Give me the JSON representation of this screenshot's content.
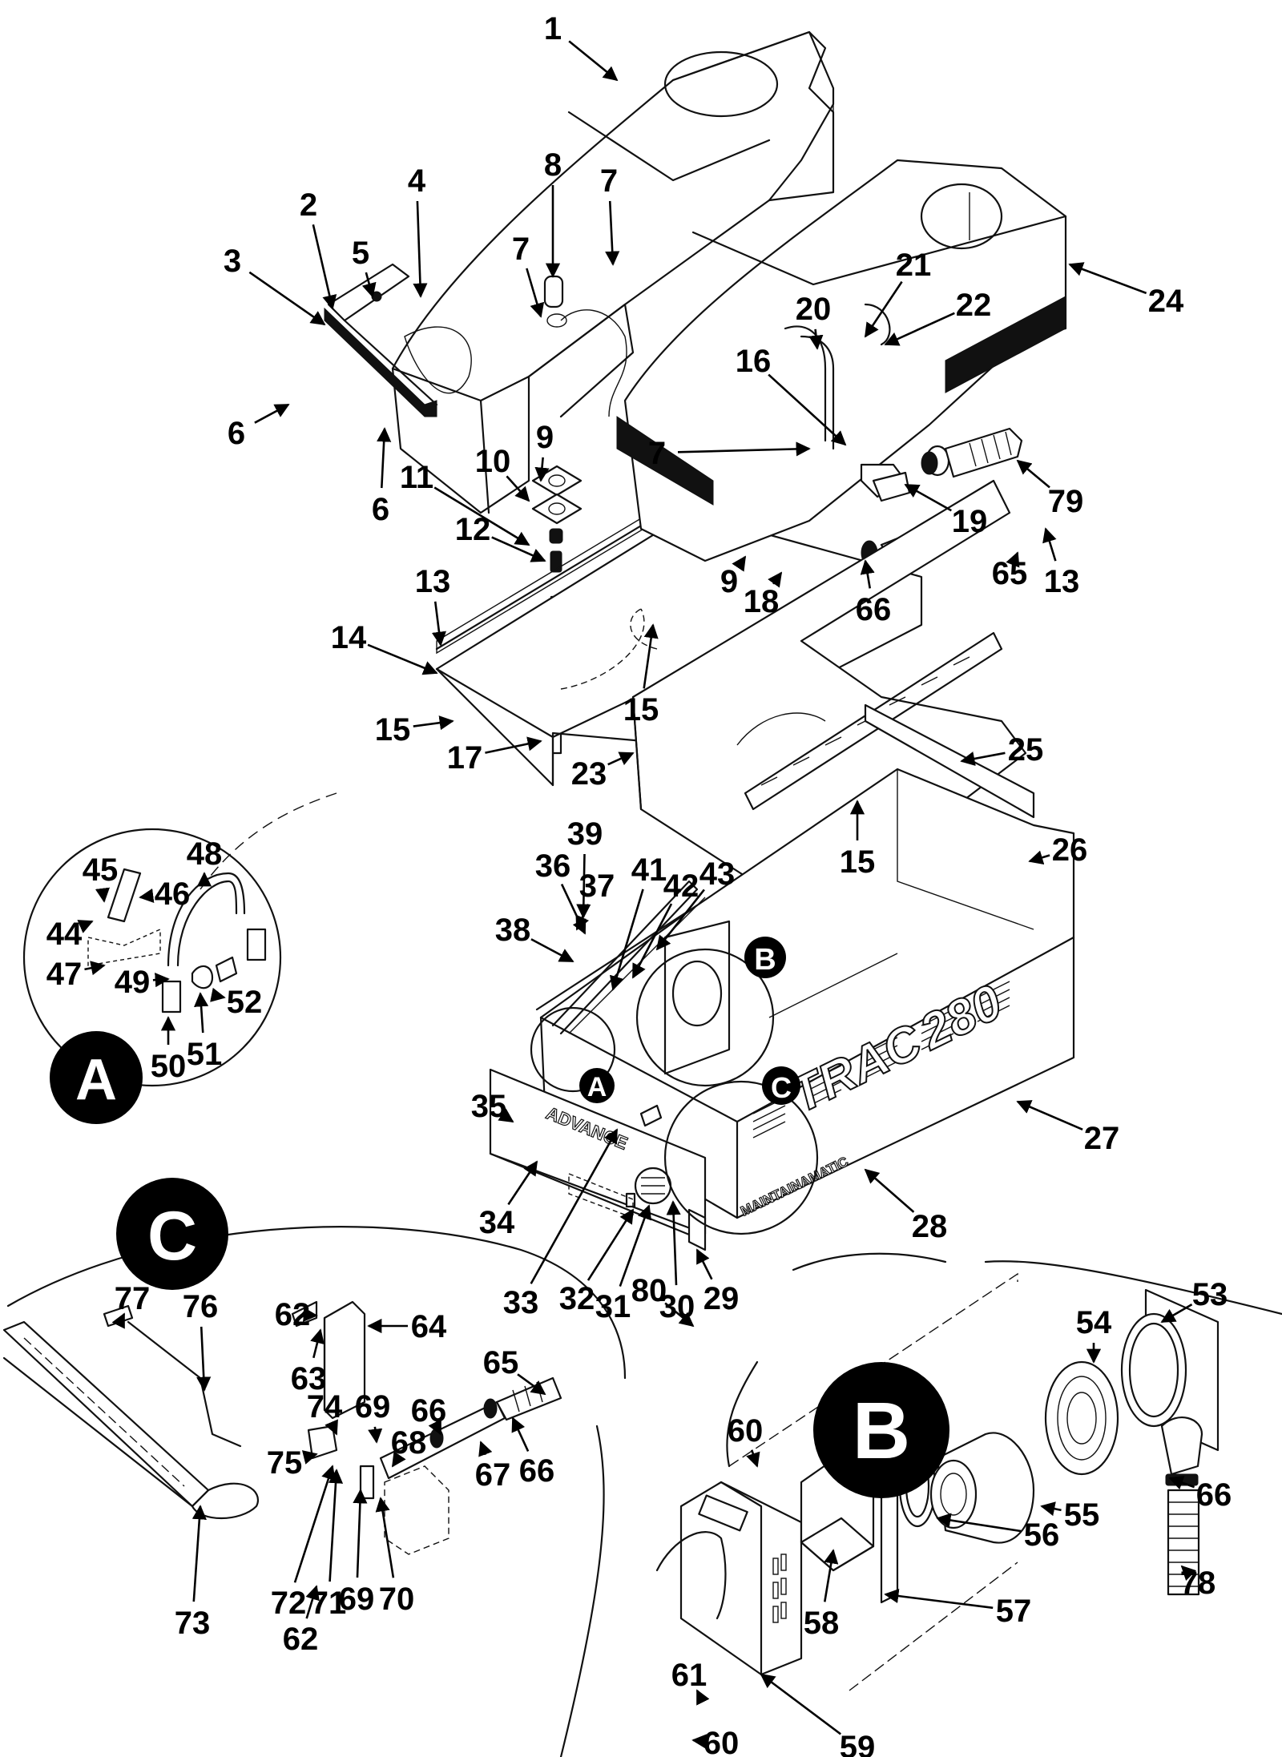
{
  "figure": {
    "type": "exploded-parts-diagram",
    "product_text": "TRAC 280",
    "product_prefix": "TRAC",
    "product_model": "280",
    "brand_text": "ADVANCE",
    "sub_brand_text": "MAINTAINAMATIC"
  },
  "detail_views": [
    {
      "id": "A",
      "label": "A"
    },
    {
      "id": "B",
      "label": "B"
    },
    {
      "id": "C",
      "label": "C"
    }
  ],
  "callouts": [
    {
      "n": "1"
    },
    {
      "n": "2"
    },
    {
      "n": "3"
    },
    {
      "n": "4"
    },
    {
      "n": "5"
    },
    {
      "n": "6"
    },
    {
      "n": "6"
    },
    {
      "n": "7"
    },
    {
      "n": "7"
    },
    {
      "n": "7"
    },
    {
      "n": "8"
    },
    {
      "n": "9"
    },
    {
      "n": "9"
    },
    {
      "n": "10"
    },
    {
      "n": "11"
    },
    {
      "n": "12"
    },
    {
      "n": "13"
    },
    {
      "n": "13"
    },
    {
      "n": "14"
    },
    {
      "n": "15"
    },
    {
      "n": "15"
    },
    {
      "n": "15"
    },
    {
      "n": "16"
    },
    {
      "n": "17"
    },
    {
      "n": "18"
    },
    {
      "n": "19"
    },
    {
      "n": "20"
    },
    {
      "n": "21"
    },
    {
      "n": "22"
    },
    {
      "n": "23"
    },
    {
      "n": "24"
    },
    {
      "n": "25"
    },
    {
      "n": "26"
    },
    {
      "n": "27"
    },
    {
      "n": "28"
    },
    {
      "n": "29"
    },
    {
      "n": "30"
    },
    {
      "n": "31"
    },
    {
      "n": "32"
    },
    {
      "n": "33"
    },
    {
      "n": "34"
    },
    {
      "n": "35"
    },
    {
      "n": "36"
    },
    {
      "n": "37"
    },
    {
      "n": "38"
    },
    {
      "n": "39"
    },
    {
      "n": "41"
    },
    {
      "n": "42"
    },
    {
      "n": "43"
    },
    {
      "n": "44"
    },
    {
      "n": "45"
    },
    {
      "n": "46"
    },
    {
      "n": "47"
    },
    {
      "n": "48"
    },
    {
      "n": "49"
    },
    {
      "n": "50"
    },
    {
      "n": "51"
    },
    {
      "n": "52"
    },
    {
      "n": "53"
    },
    {
      "n": "54"
    },
    {
      "n": "55"
    },
    {
      "n": "56"
    },
    {
      "n": "57"
    },
    {
      "n": "58"
    },
    {
      "n": "59"
    },
    {
      "n": "60"
    },
    {
      "n": "60"
    },
    {
      "n": "61"
    },
    {
      "n": "62"
    },
    {
      "n": "62"
    },
    {
      "n": "63"
    },
    {
      "n": "64"
    },
    {
      "n": "65"
    },
    {
      "n": "65"
    },
    {
      "n": "66"
    },
    {
      "n": "66"
    },
    {
      "n": "66"
    },
    {
      "n": "66"
    },
    {
      "n": "67"
    },
    {
      "n": "68"
    },
    {
      "n": "69"
    },
    {
      "n": "69"
    },
    {
      "n": "70"
    },
    {
      "n": "71"
    },
    {
      "n": "72"
    },
    {
      "n": "73"
    },
    {
      "n": "74"
    },
    {
      "n": "75"
    },
    {
      "n": "76"
    },
    {
      "n": "77"
    },
    {
      "n": "78"
    },
    {
      "n": "79"
    },
    {
      "n": "80"
    }
  ]
}
